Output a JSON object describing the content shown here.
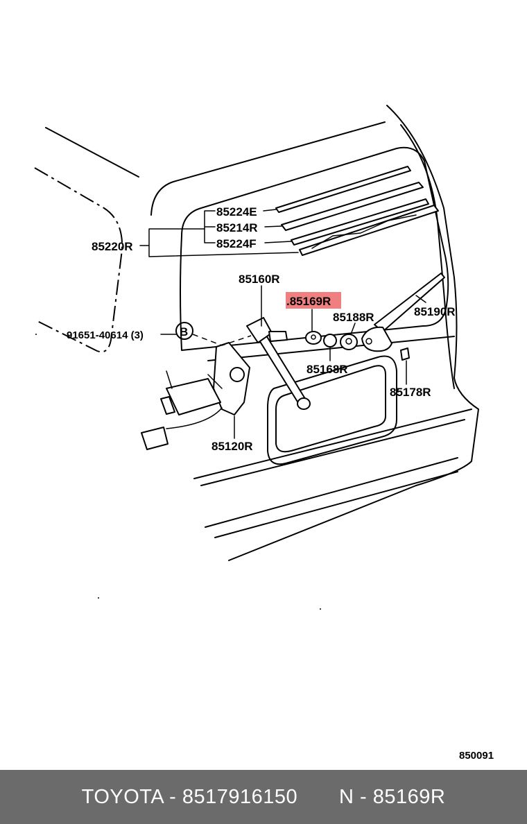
{
  "labels": {
    "p85224E": "85224E",
    "p85214R": "85214R",
    "p85224F": "85224F",
    "p85220R": "85220R",
    "p85160R": "85160R",
    "p85169R": ".85169R",
    "p85188R": "85188R",
    "p85190R": "85190R",
    "p91651": "91651-40614 (3)",
    "callout_b": "B",
    "p85168R": "85168R",
    "p85178R": "85178R",
    "p85120R": "85120R",
    "diagram_number": "850091"
  },
  "highlight_color": "#f08080",
  "footer": {
    "text": "TOYOTA - 8517916150       N - 85169R"
  }
}
